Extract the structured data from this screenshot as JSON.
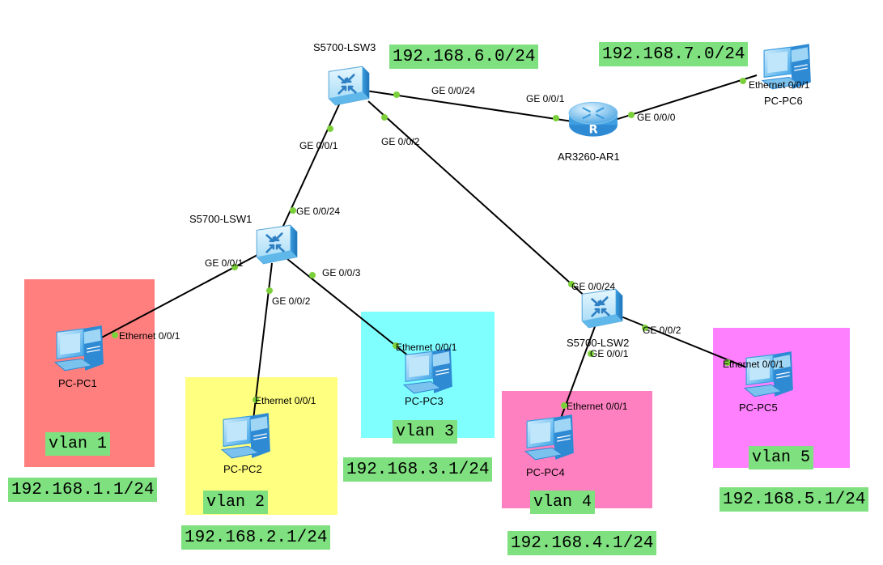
{
  "zones": {
    "z1": {
      "color": "#ff7f7f"
    },
    "z2": {
      "color": "#ffff80"
    },
    "z3": {
      "color": "#80ffff"
    },
    "z4": {
      "color": "#ff80c0"
    },
    "z5": {
      "color": "#ff80ff"
    }
  },
  "devices": {
    "lsw3": "S5700-LSW3",
    "lsw1": "S5700-LSW1",
    "lsw2": "S5700-LSW2",
    "ar1": "AR3260-AR1",
    "pc1": "PC-PC1",
    "pc2": "PC-PC2",
    "pc3": "PC-PC3",
    "pc4": "PC-PC4",
    "pc5": "PC-PC5",
    "pc6": "PC-PC6"
  },
  "ports": {
    "lsw3_ar": "GE 0/0/24",
    "ar_lsw3": "GE 0/0/1",
    "ar_pc6": "GE 0/0/0",
    "pc6_eth": "Ethernet 0/0/1",
    "lsw3_lsw1": "GE 0/0/1",
    "lsw3_lsw2": "GE 0/0/2",
    "lsw1_up": "GE 0/0/24",
    "lsw1_pc1": "GE 0/0/1",
    "lsw1_pc2": "GE 0/0/2",
    "lsw1_pc3": "GE 0/0/3",
    "pc1_eth": "Ethernet 0/0/1",
    "pc2_eth": "Ethernet 0/0/1",
    "pc3_eth": "Ethernet 0/0/1",
    "lsw2_up": "GE 0/0/24",
    "lsw2_pc4": "GE 0/0/1",
    "lsw2_pc5": "GE 0/0/2",
    "pc4_eth": "Ethernet 0/0/1",
    "pc5_eth": "Ethernet 0/0/1"
  },
  "vlans": {
    "v1": "vlan 1",
    "v2": "vlan 2",
    "v3": "vlan 3",
    "v4": "vlan 4",
    "v5": "vlan 5"
  },
  "subnets": {
    "s1": "192.168.1.1/24",
    "s2": "192.168.2.1/24",
    "s3": "192.168.3.1/24",
    "s4": "192.168.4.1/24",
    "s5": "192.168.5.1/24",
    "s6": "192.168.6.0/24",
    "s7": "192.168.7.0/24"
  },
  "colors": {
    "tag_bg": "#7fe07f",
    "link": "#000000",
    "port_dot": "#7cd13a",
    "device_blue": "#4fb4ea"
  },
  "icons": {
    "switch": "layer3-switch-icon",
    "router": "router-icon",
    "pc": "pc-icon"
  }
}
